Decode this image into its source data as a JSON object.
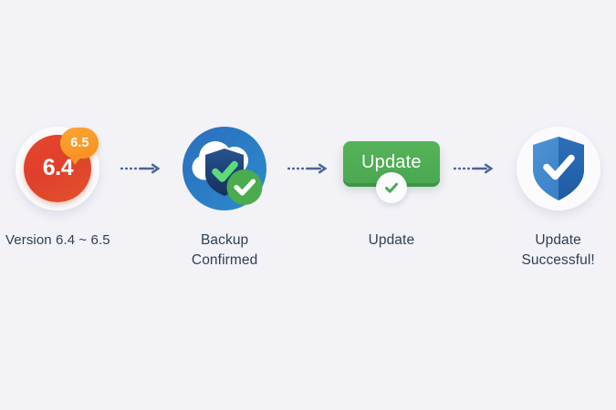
{
  "page": {
    "background_color": "#f2f2f7",
    "text_color": "#2d4057",
    "title": "Update Flow Diagram"
  },
  "colors": {
    "arrow": "#4a6494",
    "red": "#e0452d",
    "orange": "#f89b26",
    "blue": "#2c7cc3",
    "navy": "#1f3f75",
    "green": "#4aa851",
    "white": "#ffffff"
  },
  "steps": [
    {
      "id": "version",
      "icon": "version-circle-icon",
      "current_version": "6.4",
      "target_version": "6.5",
      "caption": "Version 6.4 ~ 6.5"
    },
    {
      "id": "backup",
      "icon": "cloud-shield-check-icon",
      "caption_line1": "Backup",
      "caption_line2": "Confirmed"
    },
    {
      "id": "update",
      "icon": "update-button-icon",
      "button_label": "Update",
      "caption": "Update"
    },
    {
      "id": "success",
      "icon": "shield-check-icon",
      "caption_line1": "Update",
      "caption_line2": "Successful!"
    }
  ],
  "connectors": [
    {
      "id": "arrow-1",
      "icon": "dotted-arrow-right-icon"
    },
    {
      "id": "arrow-2",
      "icon": "dotted-arrow-right-icon"
    },
    {
      "id": "arrow-3",
      "icon": "dotted-arrow-right-icon"
    }
  ]
}
